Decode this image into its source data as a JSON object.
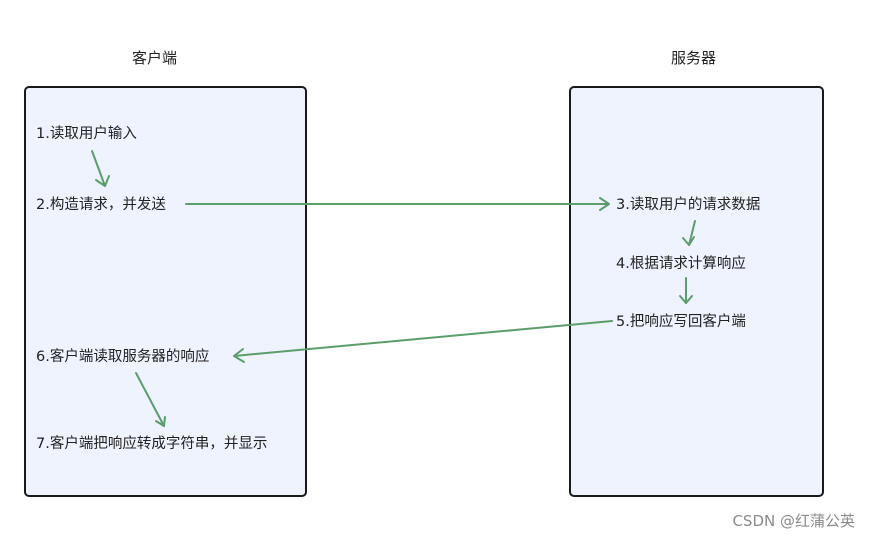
{
  "lanes": {
    "client": {
      "title": "客户端"
    },
    "server": {
      "title": "服务器"
    }
  },
  "steps": {
    "s1": "1.读取用户输入",
    "s2": "2.构造请求，并发送",
    "s3": "3.读取用户的请求数据",
    "s4": "4.根据请求计算响应",
    "s5": "5.把响应写回客户端",
    "s6": "6.客户端读取服务器的响应",
    "s7": "7.客户端把响应转成字符串，并显示"
  },
  "colors": {
    "arrow": "#5a9e6a",
    "lane_fill": "#eef3fd",
    "lane_border": "#1a1a1a"
  },
  "watermark": "CSDN @红蒲公英"
}
